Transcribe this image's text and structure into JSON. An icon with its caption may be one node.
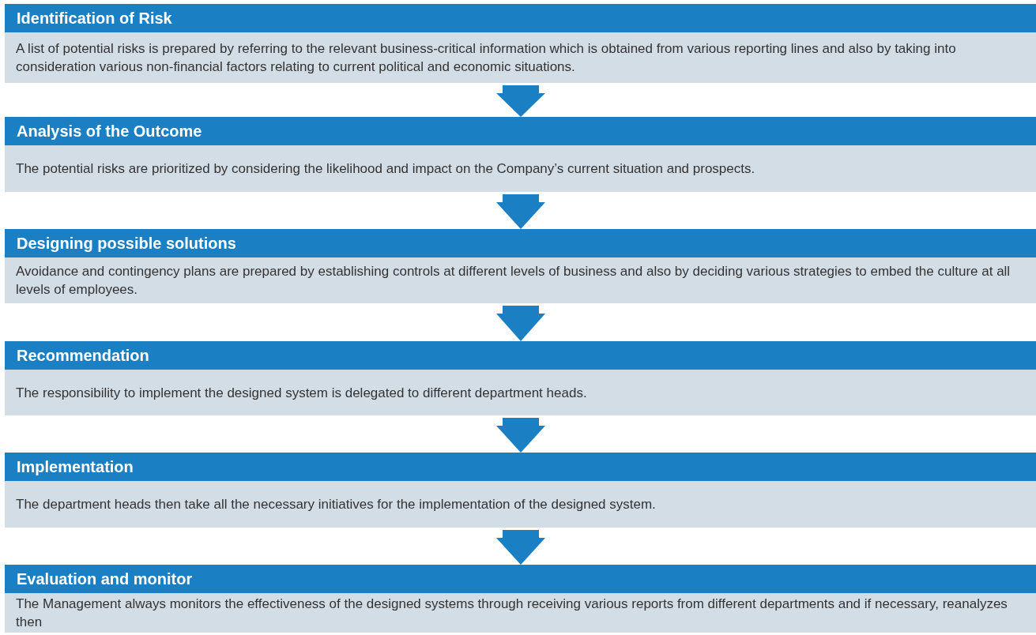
{
  "diagram": {
    "nodes": [
      {
        "text": [
          "Identification of Risk",
          "A list of potential risks is prepared by referring to the relevant business-critical information which is obtained from various reporting lines and also by taking into consideration various non-financial factors relating to current political and economic situations."
        ]
      },
      {
        "text": [
          "Analysis of the Outcome",
          "The potential risks are prioritized by considering the likelihood and impact on the Company’s current situation and prospects."
        ]
      },
      {
        "text": [
          "Designing possible solutions",
          "Avoidance and contingency plans are prepared by establishing controls at different levels of business and also by deciding various strategies to embed the culture at all levels of employees."
        ]
      },
      {
        "text": [
          "Recommendation",
          "The responsibility to implement the designed system is delegated to different department heads."
        ]
      },
      {
        "text": [
          "Implementation",
          "The department heads then take all the necessary initiatives for the implementation of the designed system."
        ]
      },
      {
        "text": [
          "Evaluation and monitor",
          "The Management always monitors the effectiveness of the designed systems through receiving various reports from different departments and if necessary, reanalyzes then"
        ]
      }
    ],
    "edges": [
      {
        "from": 0,
        "to": 1,
        "arrow": "to"
      },
      {
        "from": 1,
        "to": 2,
        "arrow": "to"
      },
      {
        "from": 2,
        "to": 3,
        "arrow": "to"
      },
      {
        "from": 3,
        "to": 4,
        "arrow": "to"
      },
      {
        "from": 4,
        "to": 5,
        "arrow": "to"
      }
    ]
  }
}
